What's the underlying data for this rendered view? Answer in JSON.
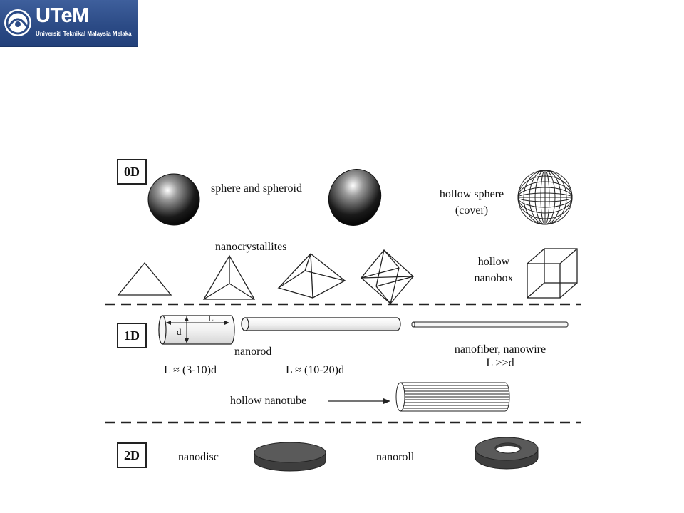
{
  "logo": {
    "name": "UTeM",
    "subtitle": "Universiti Teknikal Malaysia Melaka"
  },
  "diagram": {
    "sections": [
      {
        "id": "0d",
        "tag": "0D"
      },
      {
        "id": "1d",
        "tag": "1D"
      },
      {
        "id": "2d",
        "tag": "2D"
      }
    ],
    "labels": {
      "sphere_spheroid": "sphere and spheroid",
      "hollow_sphere_line1": "hollow sphere",
      "hollow_sphere_line2": "(cover)",
      "nanocrystallites": "nanocrystallites",
      "hollow_nanobox_line1": "hollow",
      "hollow_nanobox_line2": "nanobox",
      "rod_dim_L": "L",
      "rod_dim_d": "d",
      "nanorod": "nanorod",
      "ratio_short": "L ≈ (3-10)d",
      "ratio_long": "L ≈ (10-20)d",
      "nanofiber_line1": "nanofiber, nanowire",
      "nanofiber_line2": "L >>d",
      "hollow_nanotube": "hollow nanotube",
      "nanodisc": "nanodisc",
      "nanoroll": "nanoroll"
    },
    "colors": {
      "logo_bg": "#2c4b86",
      "line": "#222222",
      "shape_dark": "#555555"
    }
  }
}
